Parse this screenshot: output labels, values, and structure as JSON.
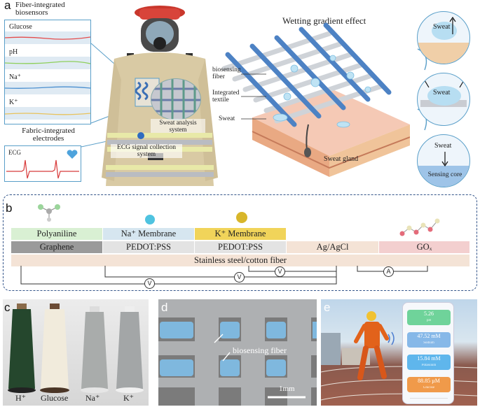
{
  "panel_a": {
    "letter": "a",
    "bio_title": "Fiber-integrated biosensors",
    "bio_signals": [
      "Glucose",
      "pH",
      "Na⁺",
      "K⁺"
    ],
    "signal_colors": [
      "#e44c4c",
      "#8ecf5a",
      "#4a8fd0",
      "#e8c25a"
    ],
    "electrode_title": "Fabric-integrated electrodes",
    "ecg_label": "ECG",
    "sweat_system_label": "Sweat analysis system",
    "ecg_system_label": "ECG signal collection system",
    "wetting_title": "Wetting gradient effect",
    "textile_labels": [
      "biosensing fiber",
      "Integrated textile",
      "Sweat"
    ],
    "gland_label": "Sweat gland",
    "circle_labels": [
      "Sweat",
      "Sweat",
      "Sweat",
      "Sensing core"
    ]
  },
  "panel_b": {
    "letter": "b",
    "row1": [
      "Polyaniline",
      "Na⁺ Membrane",
      "K⁺ Membrane"
    ],
    "row2": [
      "Graphene",
      "PEDOT:PSS",
      "PEDOT:PSS",
      "Ag/AgCl",
      "GOₓ"
    ],
    "base": "Stainless steel/cotton fiber",
    "meter_symbols": [
      "V",
      "V",
      "V",
      "A"
    ],
    "colors": {
      "polyaniline": "#d9f0d3",
      "na_membrane": "#d6e6f0",
      "k_membrane": "#f1d45a",
      "graphene": "#9a9a9a",
      "pedot": "#e3e3e3",
      "agagcl": "#f4e3d6",
      "gox": "#f3cfcf",
      "base": "#f4e3d6"
    }
  },
  "panel_c": {
    "letter": "c",
    "spools": [
      "H⁺",
      "Glucose",
      "Na⁺",
      "K⁺"
    ]
  },
  "panel_d": {
    "letter": "d",
    "fiber_label": "biosensing fiber",
    "scale_label": "1mm"
  },
  "panel_e": {
    "letter": "e",
    "readings": [
      {
        "value": "5.26",
        "unit": "pH",
        "color": "#6fd39a"
      },
      {
        "value": "47.52 mM",
        "unit": "Sodium",
        "color": "#86b8e8"
      },
      {
        "value": "15.84 mM",
        "unit": "Potassium",
        "color": "#5fb6ec"
      },
      {
        "value": "88.85 µM",
        "unit": "Glucose",
        "color": "#f09a4a"
      }
    ]
  }
}
